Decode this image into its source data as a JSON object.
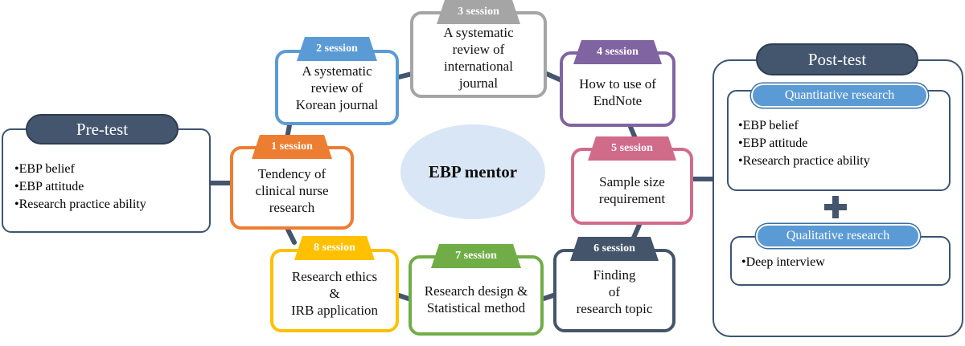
{
  "center": {
    "label": "EBP mentor"
  },
  "pre_test": {
    "title": "Pre-test",
    "items": [
      "•EBP belief",
      "•EBP attitude",
      "•Research practice ability"
    ]
  },
  "sessions": [
    {
      "tab": "1 session",
      "lines": [
        "Tendency of",
        "clinical nurse",
        "research"
      ],
      "color": "#ed7d31"
    },
    {
      "tab": "2 session",
      "lines": [
        "A systematic",
        "review of",
        "Korean journal"
      ],
      "color": "#5b9bd5"
    },
    {
      "tab": "3 session",
      "lines": [
        "A systematic",
        "review of",
        "international",
        "journal"
      ],
      "color": "#a5a5a5"
    },
    {
      "tab": "4 session",
      "lines": [
        "How to use of",
        "EndNote"
      ],
      "color": "#8064a2"
    },
    {
      "tab": "5 session",
      "lines": [
        "Sample size",
        "requirement"
      ],
      "color": "#d16b8a"
    },
    {
      "tab": "6 session",
      "lines": [
        "Finding",
        "of",
        "research topic"
      ],
      "color": "#44546a"
    },
    {
      "tab": "7 session",
      "lines": [
        "Research design &",
        "Statistical method"
      ],
      "color": "#70ad47"
    },
    {
      "tab": "8 session",
      "lines": [
        "Research ethics",
        "&",
        "IRB application"
      ],
      "color": "#ffc000"
    }
  ],
  "post_test": {
    "title": "Post-test",
    "quantitative": {
      "title": "Quantitative research",
      "items": [
        "•EBP belief",
        "•EBP attitude",
        "•Research practice ability"
      ]
    },
    "qualitative": {
      "title": "Qualitative research",
      "items": [
        "•Deep interview"
      ]
    }
  },
  "colors": {
    "connector": "#44556e",
    "test_border": "#3d5472",
    "pill_dark": "#44556e",
    "pill_light": "#5b9bd5",
    "mentor_fill": "#d9e6f5"
  }
}
